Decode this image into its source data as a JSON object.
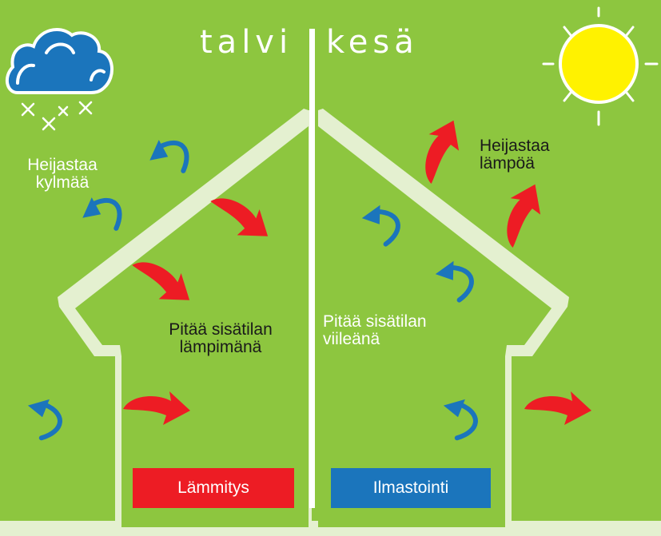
{
  "seasons": {
    "winter": "talvi",
    "summer": "kesä"
  },
  "winter": {
    "reflect": [
      "Heijastaa",
      "kylmää"
    ],
    "keeps": [
      "Pitää sisätilan",
      "lämpimänä"
    ],
    "system": "Lämmitys"
  },
  "summer": {
    "reflect": [
      "Heijastaa",
      "lämpöä"
    ],
    "keeps": [
      "Pitää sisätilan",
      "viileänä"
    ],
    "system": "Ilmastointi"
  },
  "colors": {
    "background": "#8dc63f",
    "house_outline": "#e4f0d0",
    "warm_arrow": "#ed1c24",
    "cool_arrow": "#1b75bc",
    "sun": "#fff200",
    "cloud": "#1b75bc"
  },
  "icons": [
    "cloud-snow-icon",
    "sun-icon",
    "heat-arrow-icon",
    "cold-arrow-icon"
  ]
}
